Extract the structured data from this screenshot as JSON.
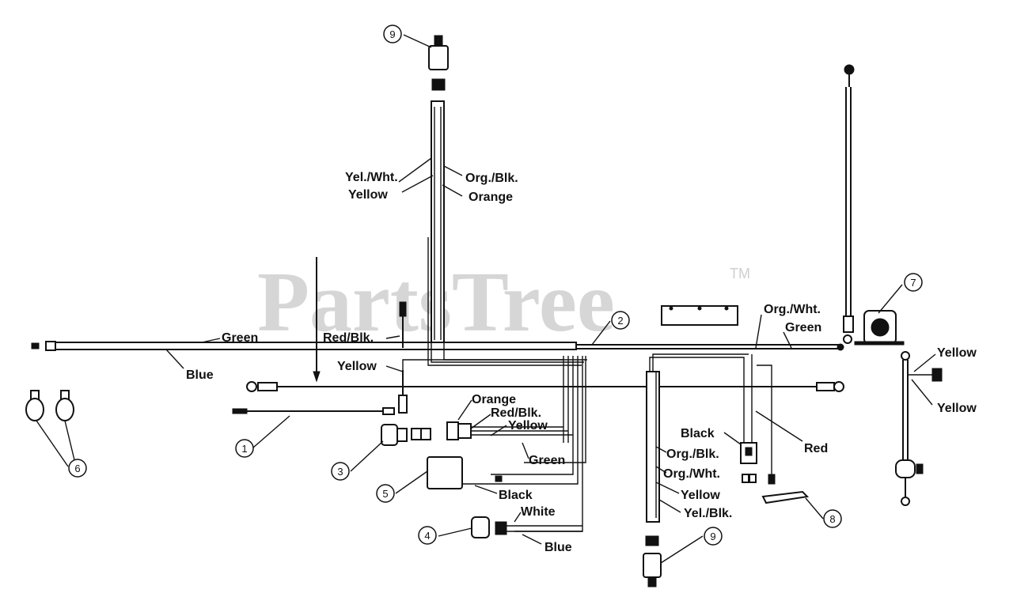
{
  "watermark": {
    "text": "PartsTree",
    "tm": "TM"
  },
  "labels": {
    "yel_wht_top": "Yel./Wht.",
    "yellow_top": "Yellow",
    "org_blk_top": "Org./Blk.",
    "orange_top": "Orange",
    "green_left": "Green",
    "blue_left": "Blue",
    "red_blk_left": "Red/Blk.",
    "yellow_left": "Yellow",
    "orange_mid": "Orange",
    "red_blk_mid": "Red/Blk.",
    "yellow_mid": "Yellow",
    "green_mid": "Green",
    "black_mid": "Black",
    "white_bot": "White",
    "blue_bot": "Blue",
    "org_wht_right": "Org./Wht.",
    "green_right": "Green",
    "yellow_right1": "Yellow",
    "yellow_right2": "Yellow",
    "black_right": "Black",
    "red_right": "Red",
    "org_blk_low": "Org./Blk.",
    "org_wht_low": "Org./Wht.",
    "yellow_low": "Yellow",
    "yel_blk_low": "Yel./Blk."
  },
  "callouts": {
    "c1": "1",
    "c2": "2",
    "c3": "3",
    "c4": "4",
    "c5": "5",
    "c6": "6",
    "c7": "7",
    "c8": "8",
    "c9_top": "9",
    "c9_bot": "9"
  }
}
